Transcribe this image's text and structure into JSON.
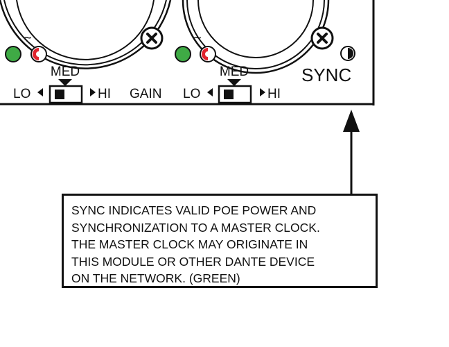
{
  "panel": {
    "led_symbol": "~",
    "channels": [
      {
        "med_label": "MED",
        "lo_label": "LO",
        "hi_label": "HI"
      },
      {
        "med_label": "MED",
        "lo_label": "LO",
        "hi_label": "HI"
      }
    ],
    "gain_label": "GAIN",
    "sync_label": "SYNC"
  },
  "callout": {
    "lines": [
      "SYNC INDICATES VALID POE POWER AND",
      "SYNCHRONIZATION TO A MASTER CLOCK.",
      "THE MASTER CLOCK MAY ORIGINATE IN",
      "THIS MODULE OR OTHER DANTE DEVICE",
      "ON THE NETWORK. (GREEN)"
    ]
  },
  "colors": {
    "led_green": "#3faa45",
    "led_red": "#e0242e",
    "ink": "#111111"
  }
}
